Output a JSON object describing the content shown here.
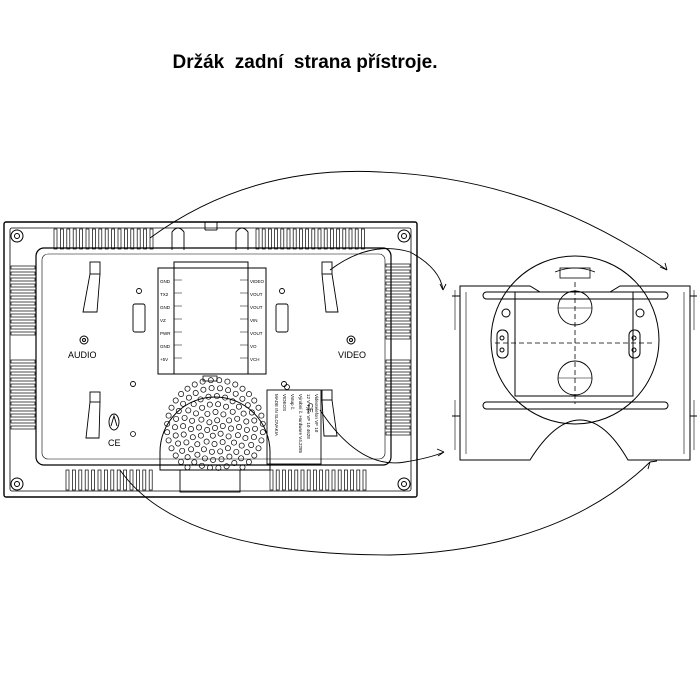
{
  "title": "Držák  zadní  strana přístroje.",
  "labels": {
    "audio": "AUDIO",
    "video": "VIDEO"
  },
  "terminals_left": [
    "GND",
    "TX2",
    "GND",
    "VZ",
    "PWR",
    "GND",
    "+5V"
  ],
  "terminals_right": [
    "VIDEO",
    "VOUT",
    "VOUT",
    "VIN",
    "VOUT",
    "VO",
    "VCH"
  ],
  "rating_plate": [
    "Videotelefon VF 10",
    "12 V  Type VF 10 4628",
    "Výrobní č.  Hardware V4.2285",
    "Vstup č.",
    "VIDEOS",
    "MADE IN SLOVAKIA"
  ],
  "icons": [
    "ce-mark-icon",
    "recycle-icon",
    "speaker-grille-icon",
    "mounting-screw-icon"
  ]
}
